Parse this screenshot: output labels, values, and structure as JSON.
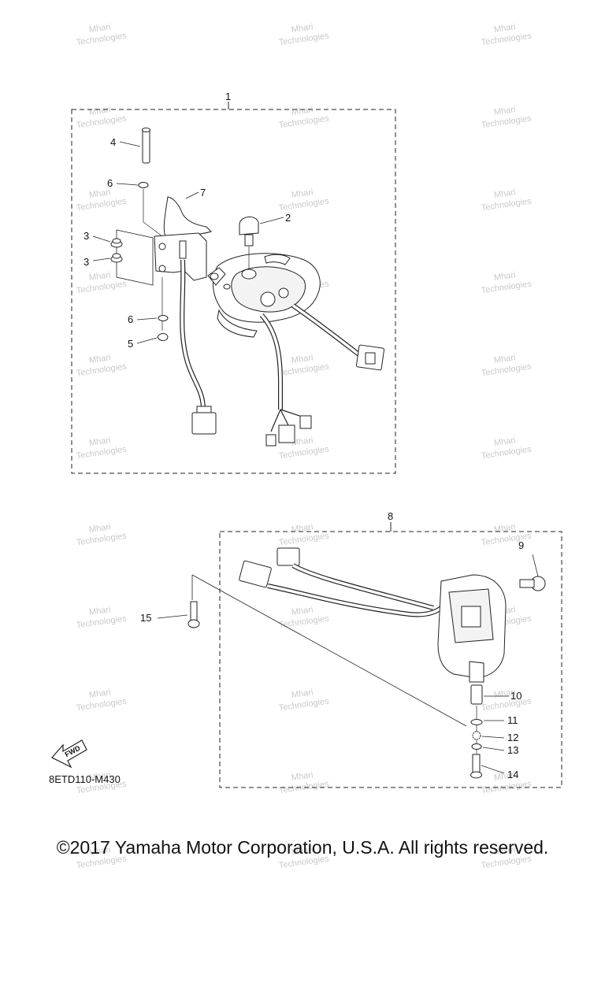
{
  "callouts": {
    "c1": "1",
    "c2": "2",
    "c3a": "3",
    "c3b": "3",
    "c4": "4",
    "c5": "5",
    "c6a": "6",
    "c6b": "6",
    "c7": "7",
    "c8": "8",
    "c9": "9",
    "c10": "10",
    "c11": "11",
    "c12": "12",
    "c13": "13",
    "c14": "14",
    "c15": "15"
  },
  "fwd_label": "FWD",
  "diagram_code": "8ETD110-M430",
  "watermark": {
    "line1": "Mhari",
    "line2": "Technologies"
  },
  "copyright": "©2017 Yamaha Motor Corporation, U.S.A. All rights reserved."
}
